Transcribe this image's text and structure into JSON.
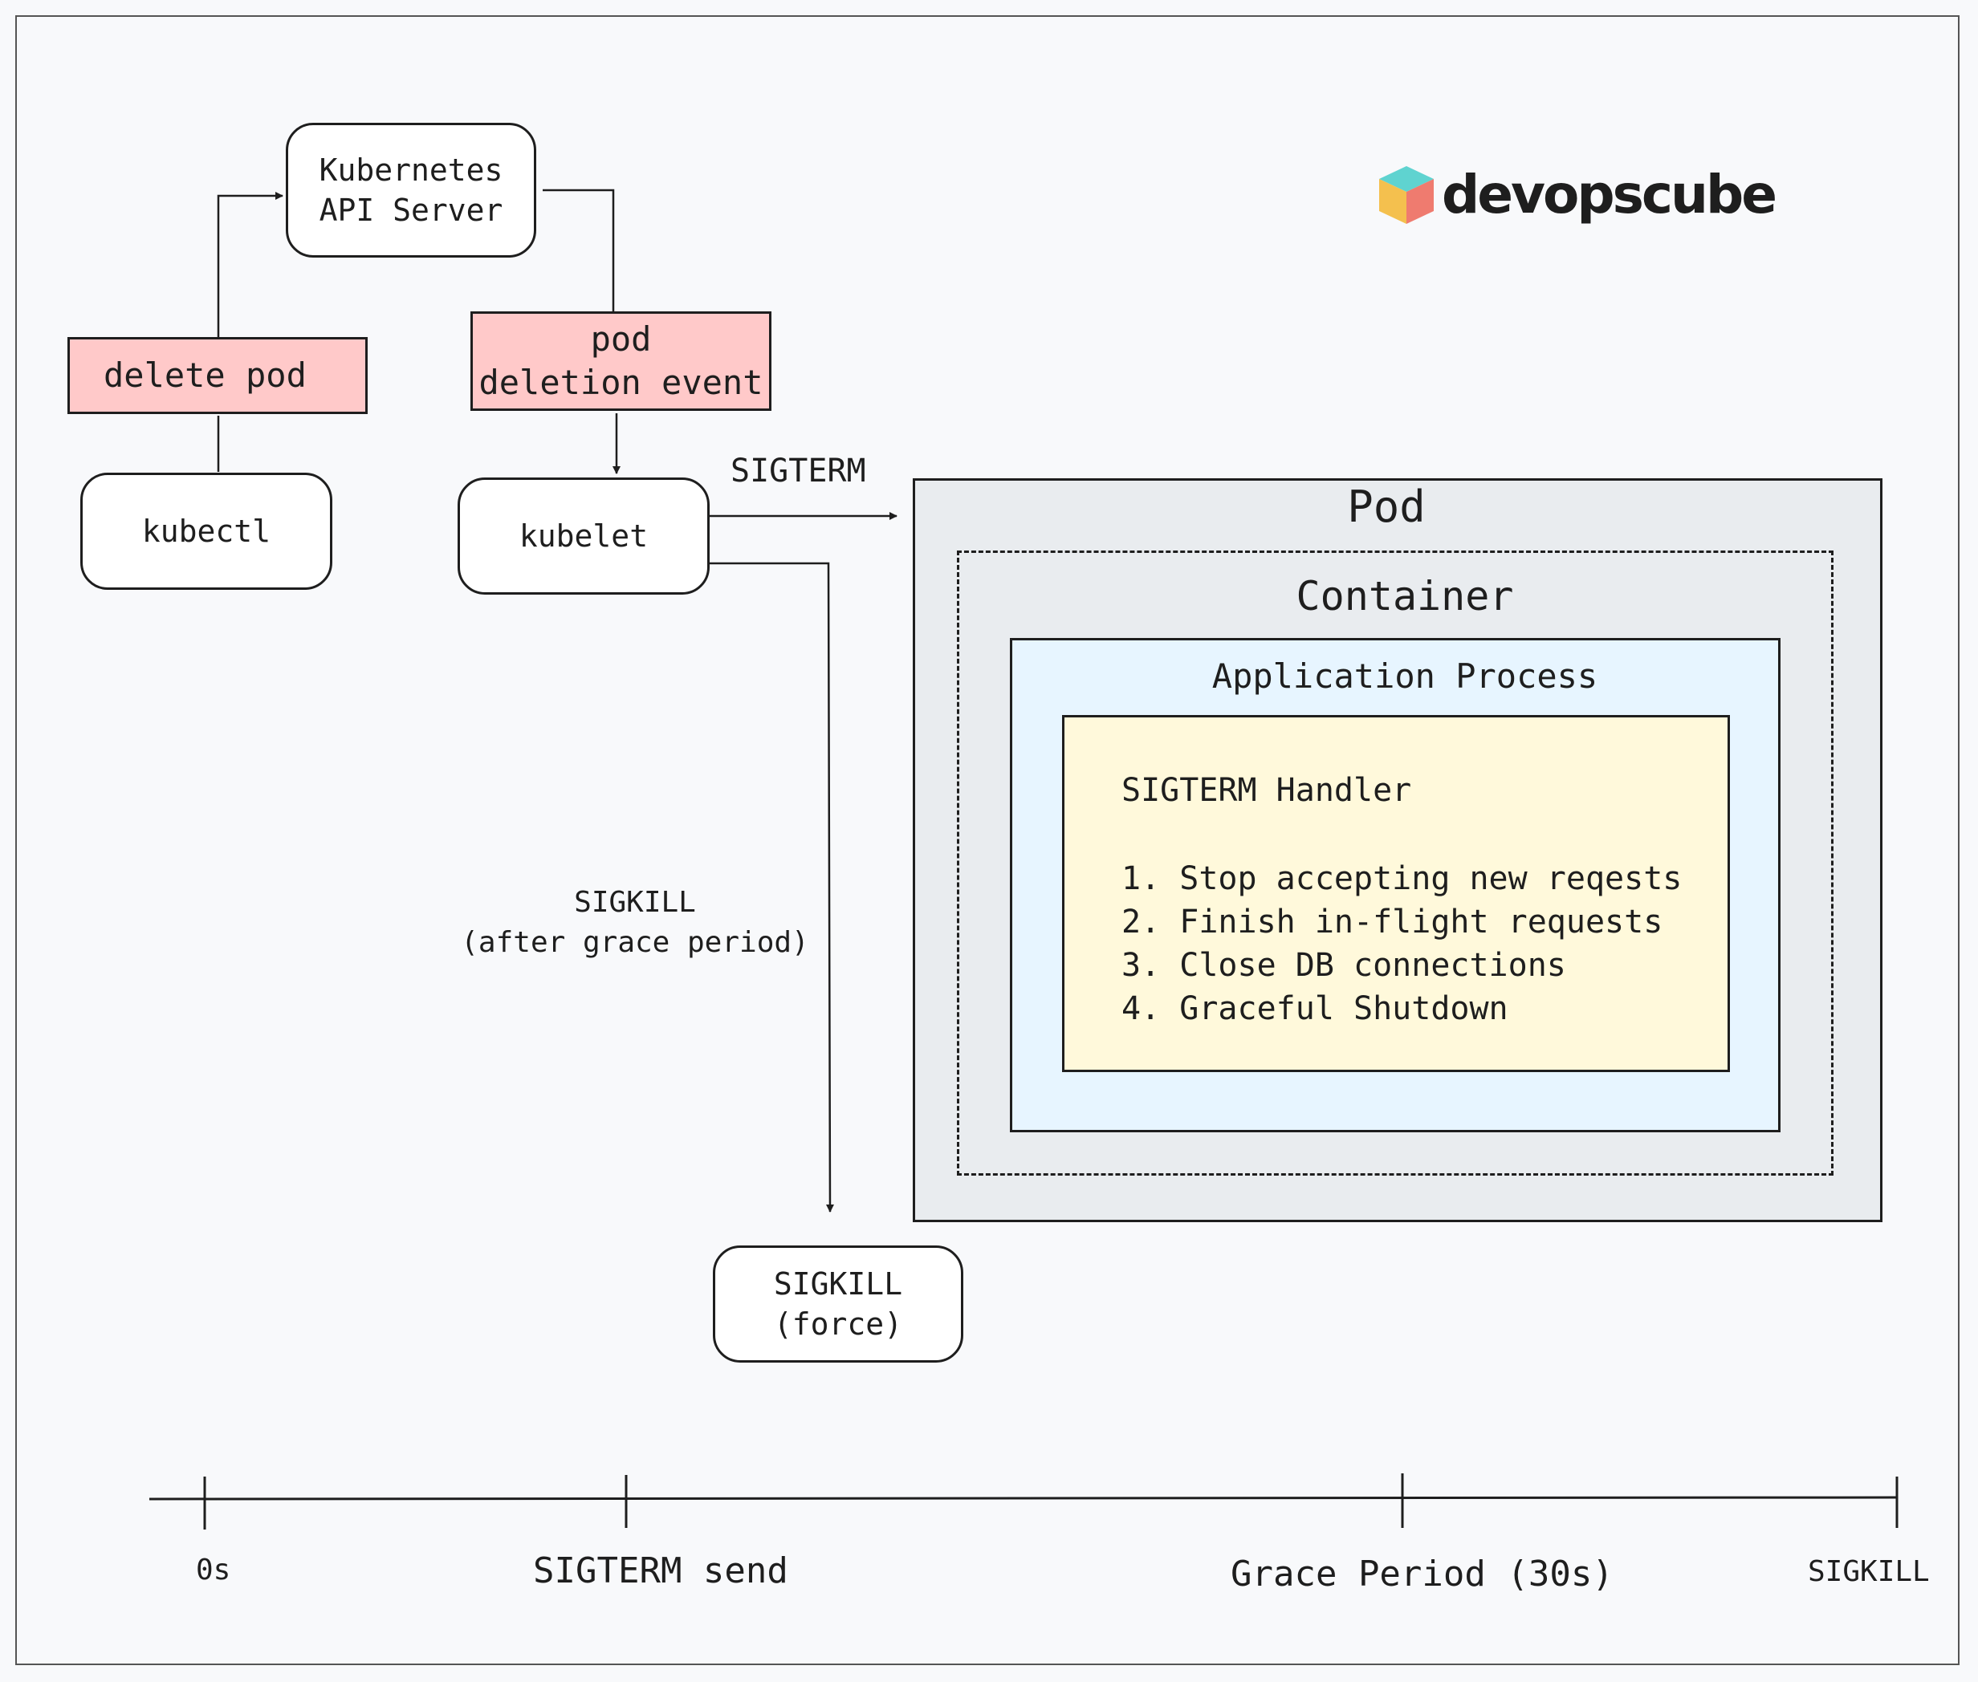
{
  "nodes": {
    "api_server": "Kubernetes\nAPI Server",
    "delete_pod": "delete pod",
    "kubectl": "kubectl",
    "pod_deletion_event": "pod\ndeletion event",
    "kubelet": "kubelet",
    "sigkill_force": "SIGKILL\n(force)"
  },
  "edges": {
    "sigterm": "SIGTERM",
    "sigkill_after": "SIGKILL\n(after grace period)"
  },
  "pod": {
    "title": "Pod",
    "container_title": "Container",
    "app_title": "Application Process",
    "handler_title": "SIGTERM Handler",
    "handler_steps": [
      "1. Stop accepting new reqests",
      "2. Finish in-flight requests",
      "3. Close DB connections",
      "4. Graceful Shutdown"
    ]
  },
  "timeline": {
    "ticks": [
      "0s",
      "SIGTERM send",
      "Grace Period (30s)",
      "SIGKILL"
    ]
  },
  "logo": {
    "text": "devopscube",
    "colors": {
      "top": "#5fd3d0",
      "left": "#f4c04e",
      "right": "#ef7b6f"
    }
  }
}
